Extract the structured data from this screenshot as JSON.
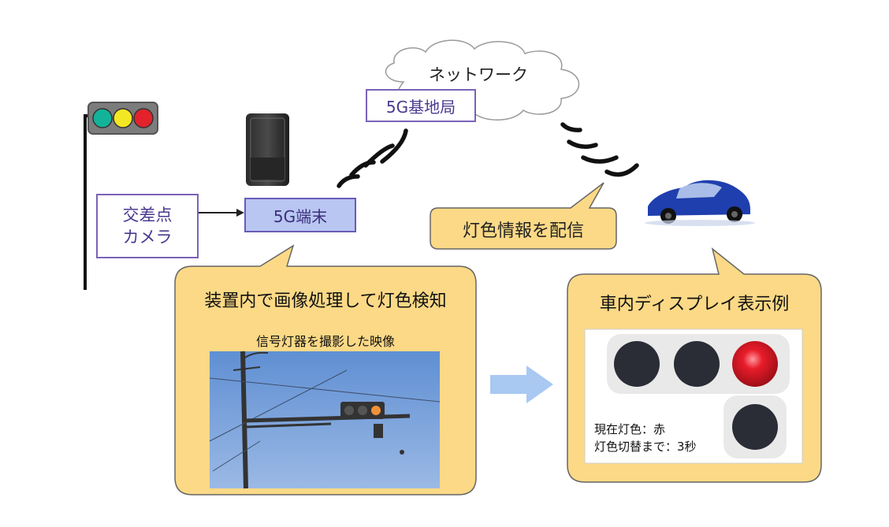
{
  "network": {
    "label": "ネットワーク"
  },
  "base_station": {
    "label": "5G基地局"
  },
  "camera": {
    "label": "交差点\nカメラ"
  },
  "terminal": {
    "label": "5G端末"
  },
  "delivery_callout": {
    "label": "灯色情報を配信"
  },
  "device_callout": {
    "title": "装置内で画像処理して灯色検知",
    "photo_caption": "信号灯器を撮影した映像"
  },
  "display_callout": {
    "title": "車内ディスプレイ表示例",
    "status_line1": "現在灯色：赤",
    "status_line2": "灯色切替まで：3秒"
  },
  "colors": {
    "signal_green": "#13b39a",
    "signal_yellow": "#f3e623",
    "signal_red": "#e3222b",
    "callout_fill": "#fbd986",
    "box_border": "#7b62b8",
    "terminal_fill": "#b9c6f2",
    "arrow": "#a9c8f2",
    "car_blue": "#1f3fae",
    "sky": "#6f99d6"
  }
}
